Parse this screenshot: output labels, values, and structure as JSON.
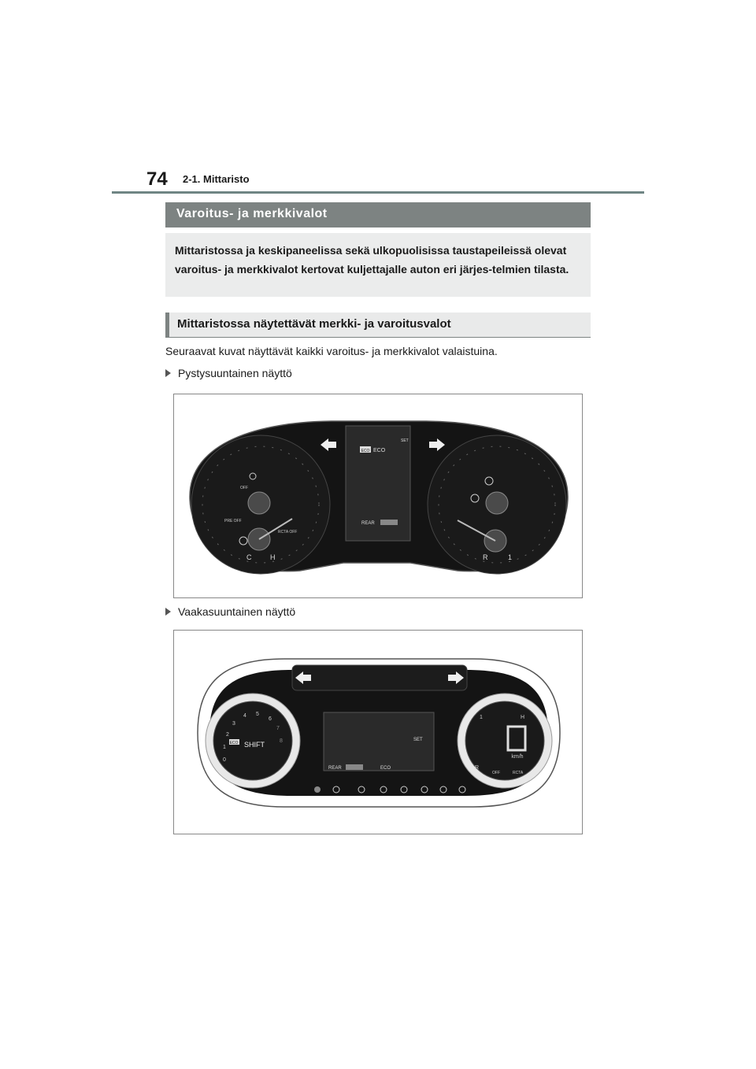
{
  "header": {
    "page_number": "74",
    "section": "2-1. Mittaristo"
  },
  "title": "Varoitus- ja merkkivalot",
  "intro": "Mittaristossa ja keskipaneelissa sekä ulkopuolisissa taustapeileissä olevat varoitus- ja merkkivalot kertovat kuljettajalle auton eri järjes-telmien tilasta.",
  "subheading": "Mittaristossa näytettävät merkki- ja varoitusvalot",
  "body": "Seuraavat kuvat näyttävät kaikki varoitus- ja merkkivalot valaistuina.",
  "figures": [
    {
      "caption": "Pystysuuntainen näyttö",
      "labels": {
        "eco_badge": "ECO",
        "eco": "ECO",
        "set": "SET",
        "rear": "REAR",
        "off": "OFF",
        "pre_off": "PRE OFF",
        "rcta_off": "RCTA OFF",
        "temp_c": "C",
        "temp_h": "H",
        "fuel_r": "R",
        "fuel_1": "1"
      }
    },
    {
      "caption": "Vaakasuuntainen näyttö",
      "labels": {
        "eco_badge": "ECO",
        "eco": "ECO",
        "set": "SET",
        "rear": "REAR",
        "shift": "SHIFT",
        "kmh": "km/h",
        "off": "OFF",
        "rcta": "RCTA",
        "h": "H",
        "r": "R",
        "one": "1",
        "tach": [
          "0",
          "1",
          "2",
          "3",
          "4",
          "5",
          "6",
          "7",
          "8"
        ]
      }
    }
  ],
  "colors": {
    "title_bar": "#7d8382",
    "intro_bg": "#ebecec",
    "rule": "#6f8584",
    "cluster": "#141414"
  },
  "icons": [
    "arrow-left-icon",
    "arrow-right-icon",
    "engine-icon",
    "brake-icon",
    "seatbelt-icon",
    "airbag-icon",
    "fuel-icon",
    "temperature-icon",
    "tire-pressure-icon",
    "headlight-icon"
  ]
}
